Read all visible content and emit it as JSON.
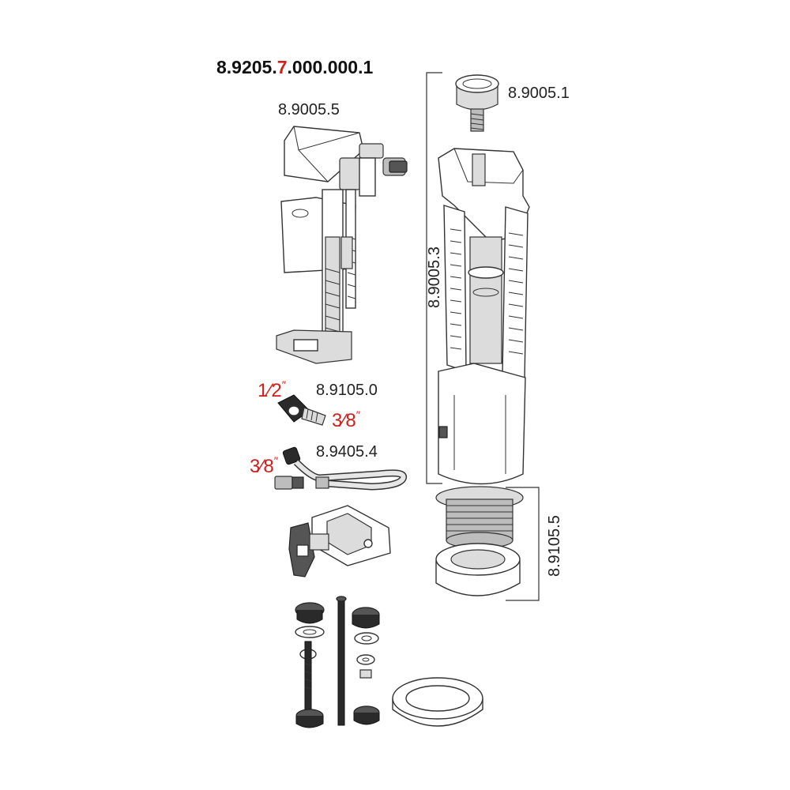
{
  "title": {
    "prefix": "8.9205.",
    "highlight": "7",
    "suffix": ".000.000.1"
  },
  "labels": {
    "fill_valve": "8.9005.5",
    "flush_button": "8.9005.1",
    "flush_valve": "8.9005.3",
    "adapter": "8.9105.0",
    "hose": "8.9405.4",
    "outlet_seal": "8.9105.5"
  },
  "fractions": {
    "adapter_inlet": {
      "whole": "1",
      "num": "⁄2",
      "den": "",
      "marks": "′′"
    },
    "adapter_outlet": {
      "whole": "3",
      "num": "⁄8",
      "den": "",
      "marks": "′′"
    },
    "hose_end": {
      "whole": "3",
      "num": "⁄8",
      "den": "",
      "marks": "′′"
    }
  },
  "colors": {
    "highlight": "#d0201c",
    "text": "#222222",
    "outline": "#333333"
  }
}
